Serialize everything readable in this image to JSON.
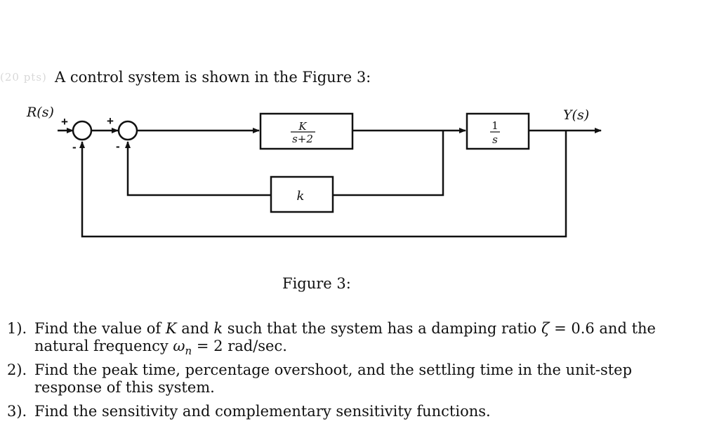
{
  "problem": {
    "intro": "A control system is shown in the Figure 3:",
    "figure_caption": "Figure 3:"
  },
  "diagram": {
    "input_label": "R(s)",
    "output_label": "Y(s)",
    "sum1_plus": "+",
    "sum1_minus": "-",
    "sum2_plus": "+",
    "sum2_minus": "-",
    "block1_num": "K",
    "block1_den": "s+2",
    "block2_num": "1",
    "block2_den": "s",
    "feedback_gain": "k"
  },
  "questions": [
    {
      "number": "1).",
      "text_a": "Find the value of ",
      "var1": "K",
      "text_b": " and ",
      "var2": "k",
      "text_c": " such that the system has a damping ratio ",
      "zeta": "ζ",
      "text_d": " = 0.6 and the natural frequency ",
      "omega": "ω",
      "omega_sub": "n",
      "text_e": " = 2 rad/sec."
    },
    {
      "number": "2).",
      "text": "Find the peak time, percentage overshoot, and the settling time in the unit-step response of this system."
    },
    {
      "number": "3).",
      "text": "Find the sensitivity and complementary sensitivity functions."
    }
  ]
}
